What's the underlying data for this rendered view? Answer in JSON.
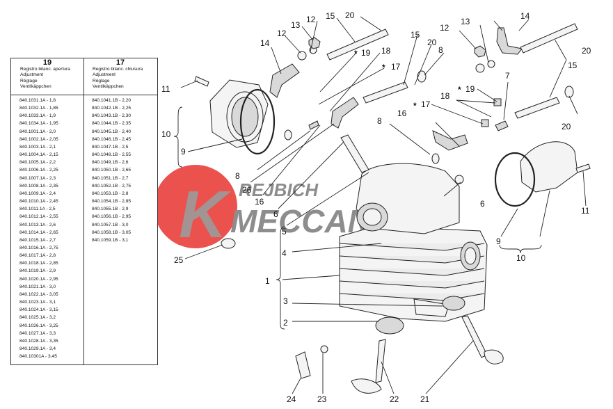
{
  "watermark": {
    "line1": "REJBICH",
    "line2": "MECCANICA",
    "letter": "K",
    "circle_color": "#e8332f",
    "text_color": "#7a7a7a"
  },
  "table": {
    "left": {
      "ref": "19",
      "caption": [
        "Registro bilanc. apertura",
        "Adjustment",
        "Réglage",
        "Ventilkäppchen"
      ],
      "rows": [
        "840.1031.1A  -  1,8",
        "840.1032.1A  -  1,85",
        "840.1033.1A  -  1,9",
        "840.1034.1A  -  1,95",
        "840.1001.1A  -  2,0",
        "840.1002.1A  -  2,05",
        "840.1003.1A  -  2,1",
        "840.1004.1A  -  2,15",
        "840.1005.1A  -  2,2",
        "840.1006.1A  -  2,25",
        "840.1007.1A  -  2,3",
        "840.1008.1A  -  2,35",
        "840.1009.1A  -  2,4",
        "840.1010.1A  -  2,45",
        "840.1011.1A  -  2,5",
        "840.1012.1A  -  2,55",
        "840.1013.1A  -  2,6",
        "840.1014.1A  -  2,65",
        "840.1015.1A  -  2,7",
        "840.1016.1A  -  2,75",
        "840.1017.1A  -  2,8",
        "840.1018.1A  -  2,85",
        "840.1019.1A  -  2,9",
        "840.1020.1A  -  2,95",
        "840.1021.1A  -  3,0",
        "840.1022.1A  -  3,05",
        "840.1023.1A  -  3,1",
        "840.1024.1A  -  3,15",
        "840.1025.1A  -  3,2",
        "840.1026.1A  -  3,25",
        "840.1027.1A  -  3,3",
        "840.1028.1A  -  3,35",
        "840.1029.1A  -  3,4",
        "840.10301A  -  3,45"
      ]
    },
    "right": {
      "ref": "17",
      "caption": [
        "Registro bilanc. chiusura",
        "Adjustment",
        "Réglage",
        "Ventilkäppchen"
      ],
      "rows": [
        "840.1041.1B  -  2,20",
        "840.1042.1B  -  2,25",
        "840.1043.1B  -  2,30",
        "840.1044.1B  -  2,35",
        "840.1045.1B  -  2,40",
        "840.1046.1B  -  2,45",
        "840.1047.1B  -  2,5",
        "840.1048.1B  -  2,55",
        "840.1049.1B  -  2,6",
        "840.1050.1B  -  2,65",
        "840.1051.1B  -  2,7",
        "840.1052.1B  -  2,75",
        "840.1053.1B  -  2,8",
        "840.1054.1B  -  2,85",
        "840.1055.1B  -  2,9",
        "840.1056.1B  -  2,95",
        "840.1057.1B  -  3,0",
        "840.1058.1B  -  3,05",
        "840.1059.1B  -  3,1"
      ]
    }
  },
  "callouts": [
    "1",
    "2",
    "3",
    "4",
    "5",
    "6",
    "6",
    "7",
    "8",
    "8",
    "8",
    "9",
    "9",
    "10",
    "10",
    "11",
    "11",
    "12",
    "12",
    "12",
    "13",
    "13",
    "14",
    "14",
    "15",
    "15",
    "15",
    "16",
    "16",
    "17",
    "17",
    "18",
    "18",
    "19",
    "19",
    "20",
    "20",
    "20",
    "20",
    "21",
    "22",
    "23",
    "24",
    "25",
    "26"
  ]
}
